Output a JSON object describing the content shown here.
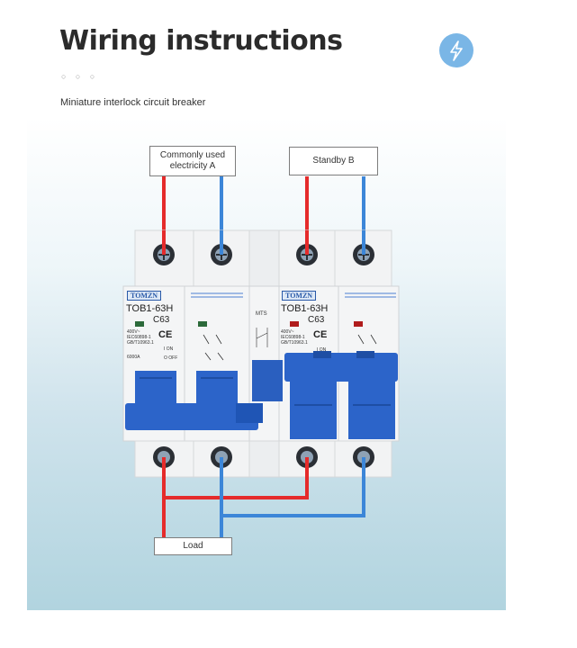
{
  "header": {
    "title": "Wiring instructions",
    "dots": "○ ○ ○",
    "subtitle": "Miniature interlock circuit breaker",
    "badge_icon": "lightning-bolt-icon"
  },
  "diagram": {
    "label_a": "Commonly used electricity A",
    "label_b": "Standby B",
    "label_load": "Load",
    "left_breaker": {
      "brand": "TOMZN",
      "model": "TOB1-63H",
      "rating": "C63",
      "specs": "400V~\nIEC60898-1\nGB/T10963.1",
      "capacity": "6000A",
      "on_text": "I ON",
      "off_text": "O OFF"
    },
    "mts_label": "MTS",
    "right_breaker": {
      "brand": "TOMZN",
      "model": "TOB1-63H",
      "rating": "C63",
      "specs": "400V~\nIEC60898-1\nGB/T10963.1",
      "on_text": "I ON"
    },
    "colors": {
      "live": "#e52b2b",
      "neutral": "#3c86d8",
      "handle": "#2c64c9",
      "body": "#f4f5f6"
    }
  }
}
